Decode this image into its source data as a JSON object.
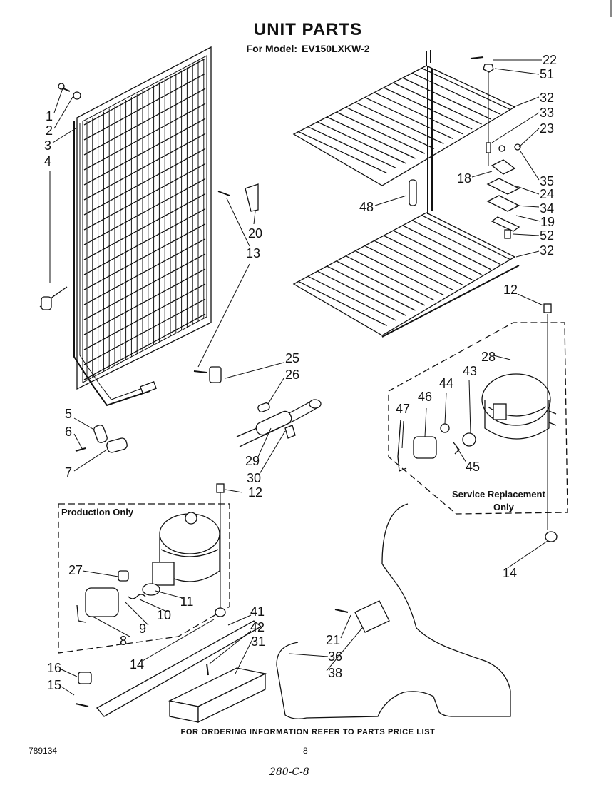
{
  "header": {
    "title": "UNIT PARTS",
    "model_prefix": "For Model:",
    "model": "EV150LXKW-2"
  },
  "groups": {
    "production": "Production Only",
    "service_line1": "Service Replacement",
    "service_line2": "Only"
  },
  "callouts": {
    "c1": "1",
    "c2": "2",
    "c3": "3",
    "c4": "4",
    "c5": "5",
    "c6": "6",
    "c7": "7",
    "c8": "8",
    "c9": "9",
    "c10": "10",
    "c11": "11",
    "c12a": "12",
    "c12b": "12",
    "c13": "13",
    "c14a": "14",
    "c14b": "14",
    "c15": "15",
    "c16": "16",
    "c18": "18",
    "c19": "19",
    "c20": "20",
    "c21": "21",
    "c22": "22",
    "c23": "23",
    "c24": "24",
    "c25": "25",
    "c26": "26",
    "c27": "27",
    "c28": "28",
    "c29": "29",
    "c30": "30",
    "c31": "31",
    "c32a": "32",
    "c32b": "32",
    "c33": "33",
    "c34": "34",
    "c35": "35",
    "c36": "36",
    "c38": "38",
    "c41": "41",
    "c42": "42",
    "c43": "43",
    "c44": "44",
    "c45": "45",
    "c46": "46",
    "c47": "47",
    "c48": "48",
    "c51": "51",
    "c52": "52"
  },
  "footer": "FOR ORDERING INFORMATION REFER TO PARTS PRICE LIST",
  "doc_number": "789134",
  "page_number": "8",
  "handwritten_note": "280-C-8"
}
